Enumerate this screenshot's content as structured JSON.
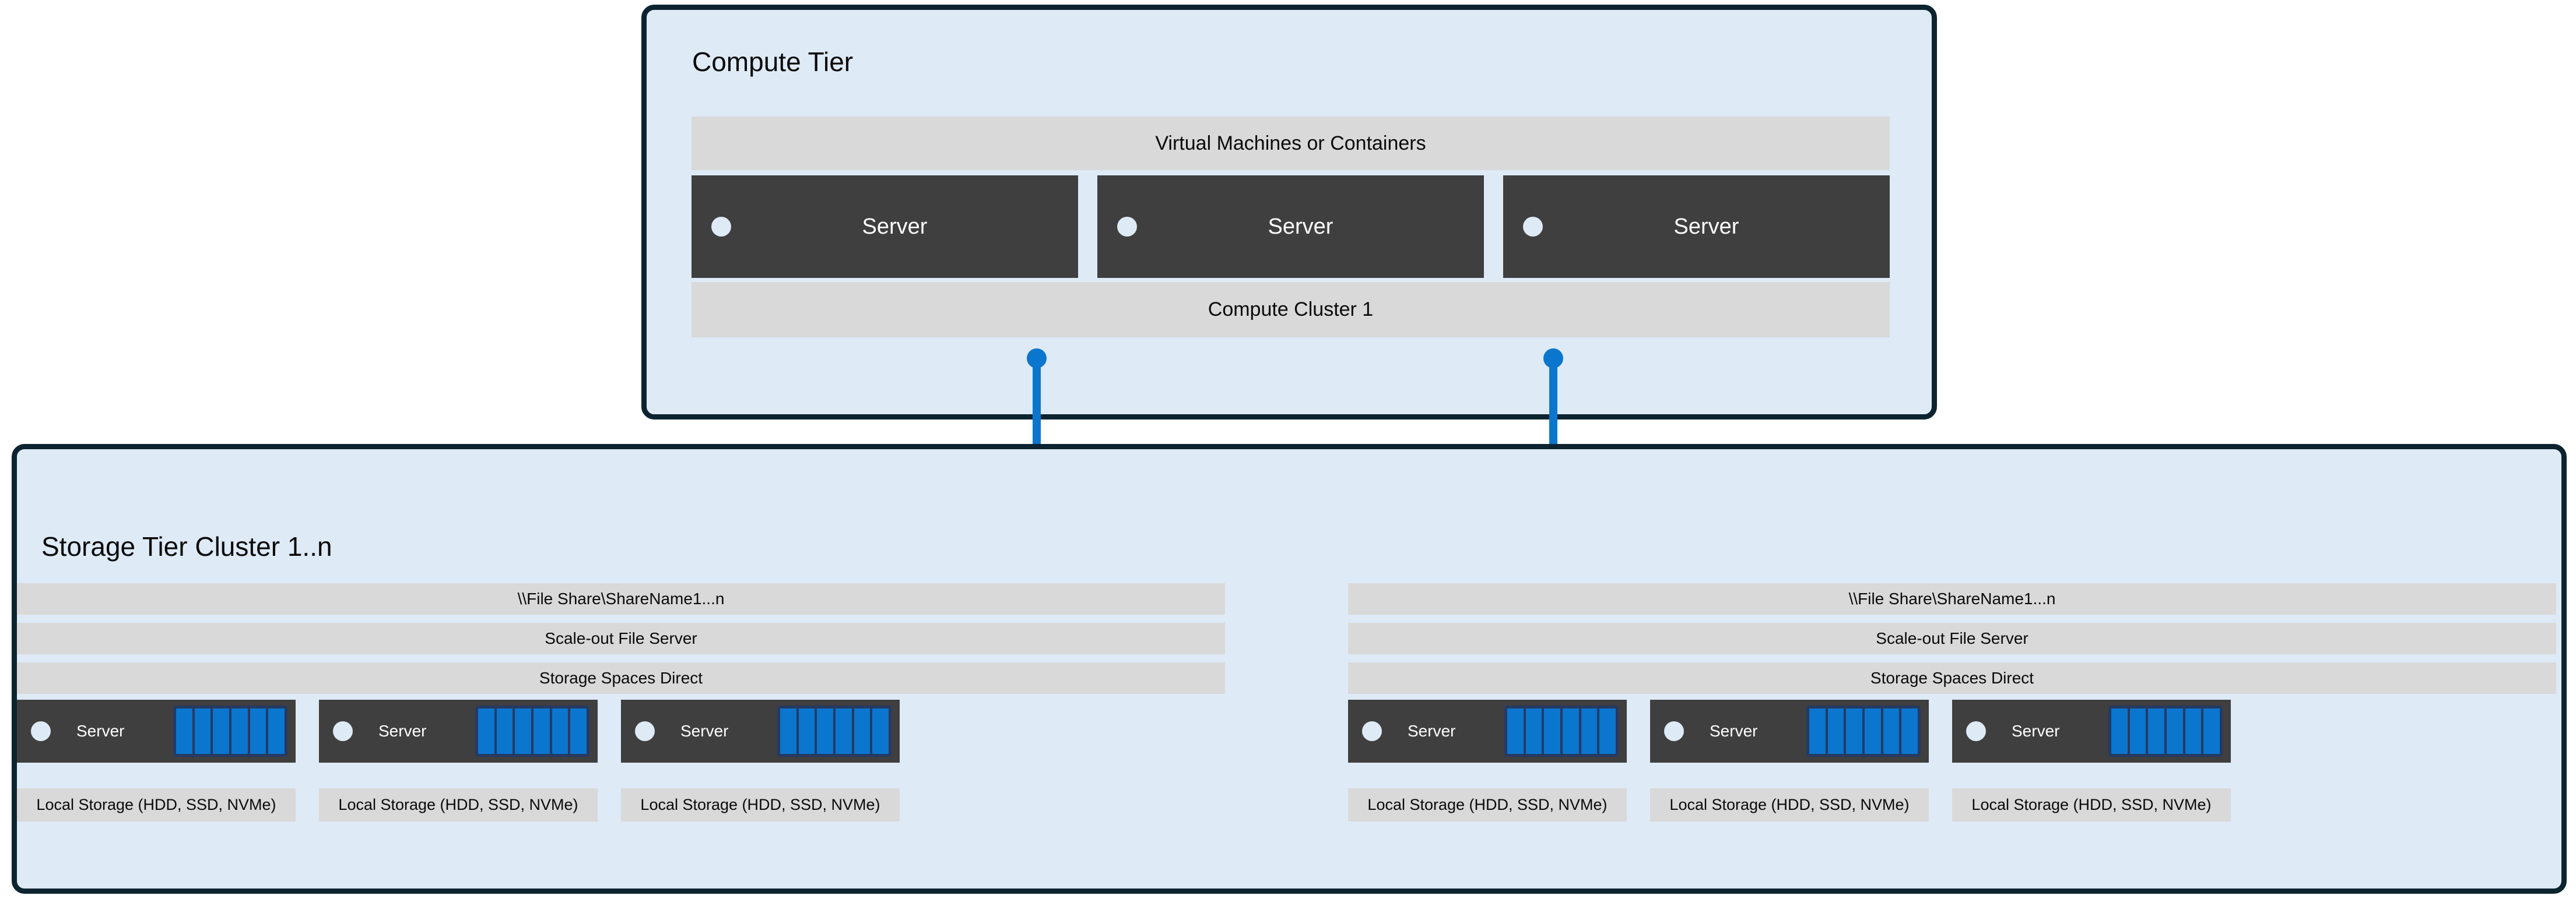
{
  "theme": {
    "panel_fill": "#DEEAF6",
    "panel_border": "#0C2430",
    "bar_fill": "#D9D9D9",
    "server_fill": "#3F3F3F",
    "accent_blue": "#0B76CE",
    "disk_frame": "#253A63"
  },
  "compute_tier": {
    "title": "Compute Tier",
    "top_bar": "Virtual Machines or Containers",
    "bottom_bar": "Compute Cluster 1",
    "servers": [
      {
        "label": "Server"
      },
      {
        "label": "Server"
      },
      {
        "label": "Server"
      }
    ]
  },
  "connectors": [
    {
      "name": "compute-to-storage-left",
      "icon": "folder-icon"
    },
    {
      "name": "compute-to-storage-right",
      "icon": "folder-icon"
    }
  ],
  "storage_tier": {
    "title": "Storage Tier Cluster 1..n",
    "clusters": [
      {
        "bars": [
          "\\\\File Share\\ShareName1...n",
          "Scale-out File Server",
          "Storage Spaces Direct"
        ],
        "nodes": [
          {
            "label": "Server",
            "local_storage": "Local Storage (HDD, SSD, NVMe)",
            "disks": 6
          },
          {
            "label": "Server",
            "local_storage": "Local Storage (HDD, SSD, NVMe)",
            "disks": 6
          },
          {
            "label": "Server",
            "local_storage": "Local Storage (HDD, SSD, NVMe)",
            "disks": 6
          }
        ]
      },
      {
        "bars": [
          "\\\\File Share\\ShareName1...n",
          "Scale-out File Server",
          "Storage Spaces Direct"
        ],
        "nodes": [
          {
            "label": "Server",
            "local_storage": "Local Storage (HDD, SSD, NVMe)",
            "disks": 6
          },
          {
            "label": "Server",
            "local_storage": "Local Storage (HDD, SSD, NVMe)",
            "disks": 6
          },
          {
            "label": "Server",
            "local_storage": "Local Storage (HDD, SSD, NVMe)",
            "disks": 6
          }
        ]
      }
    ]
  }
}
